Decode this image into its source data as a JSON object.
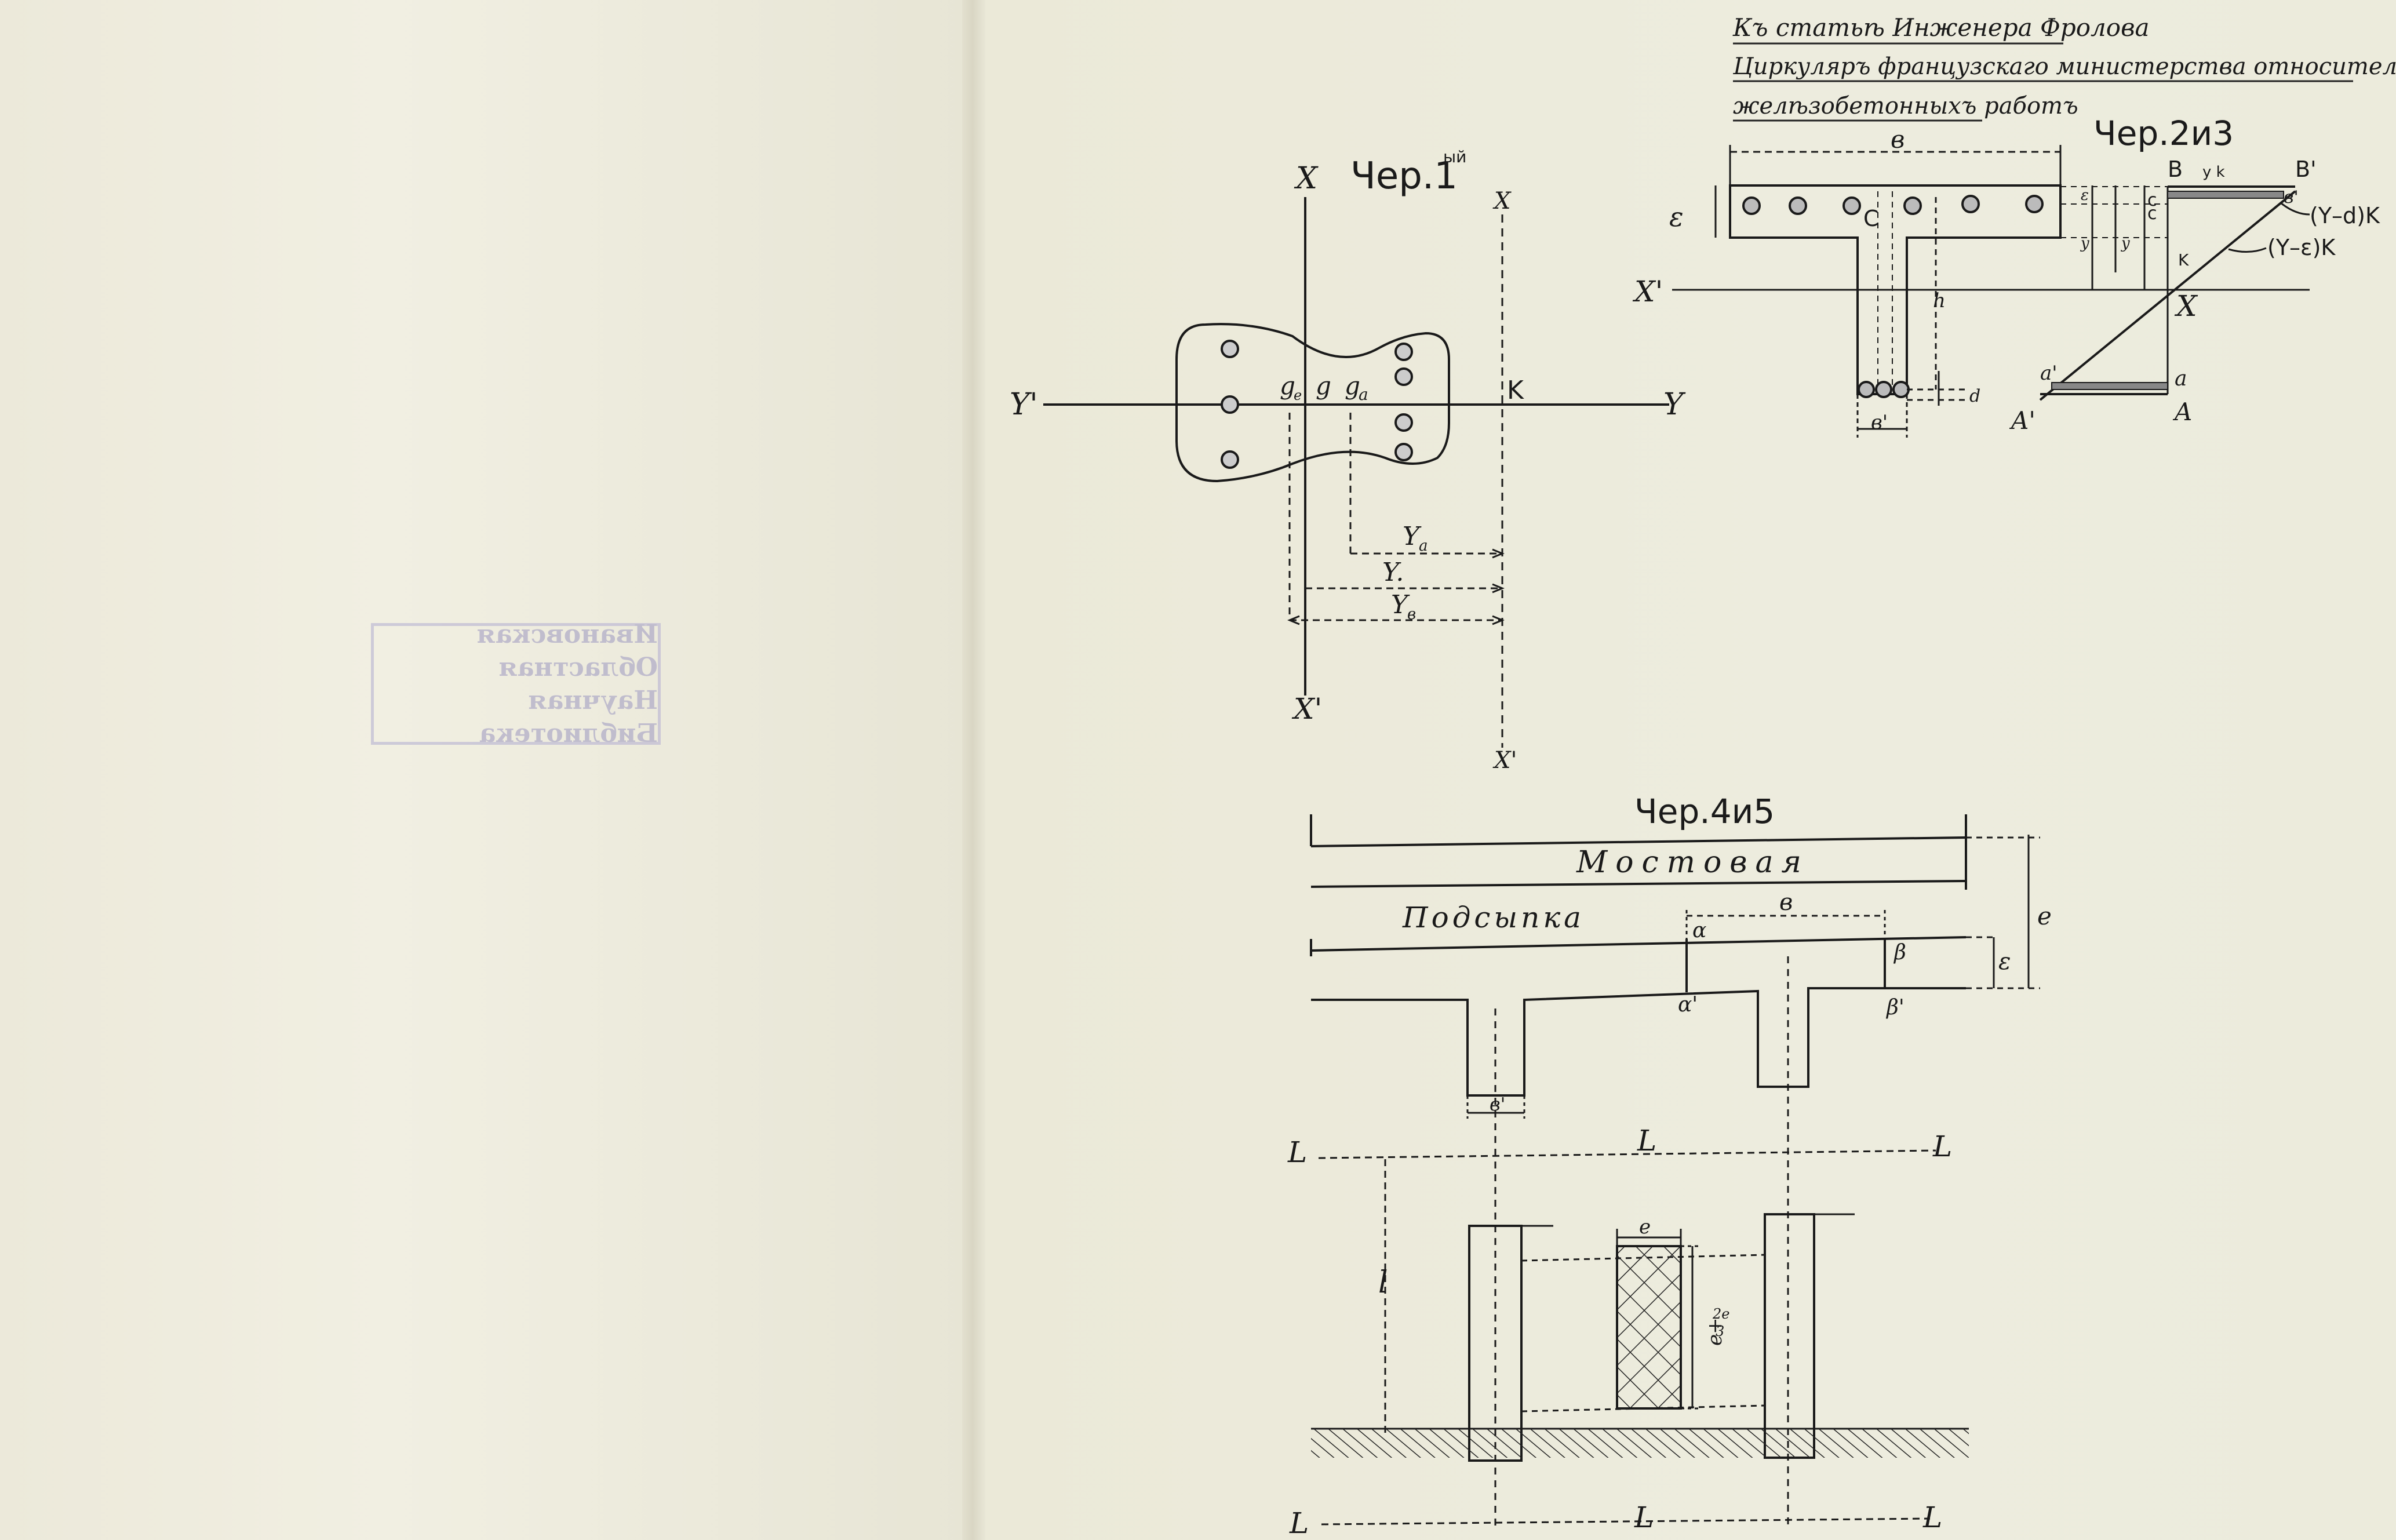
{
  "header": {
    "line1": "Къ статьѣ Инженера Фролова",
    "line2": "Циркуляръ французскаго министерства относительно",
    "line3": "желѣзобетонныхъ работъ"
  },
  "stamp": {
    "line1": "Ивановская Областная",
    "line2": "Научная Библиотека"
  },
  "fig1": {
    "title": "Чер.1",
    "title_sup": "ый",
    "axis_x_top": "X",
    "axis_x_bottom": "X'",
    "axis_x1_top": "X",
    "axis_x1_bottom": "X'",
    "axis_y_left": "Y'",
    "axis_y_right": "Y",
    "ge": "g",
    "ge_sub": "e",
    "g": "g",
    "ga": "g",
    "ga_sub": "a",
    "k": "K",
    "ya": "Y",
    "ya_sub": "a",
    "y": "Y.",
    "yb": "Y",
    "yb_sub": "в"
  },
  "fig23": {
    "title": "Чер.2и3",
    "b": "в",
    "eps": "ε",
    "c_left": "C",
    "x1": "X'",
    "x_right": "X",
    "h": "h",
    "d": "d",
    "b1": "в'",
    "B": "B",
    "B1": "B'",
    "yk": "y k",
    "c1": "c",
    "c2": "c",
    "b2": "в'",
    "y_minus_d": "(Y–d)K",
    "y_minus_eps": "(Y–ε)K",
    "k": "K",
    "y1": "y",
    "y2": "y",
    "a_prime": "a'",
    "a": "a",
    "A": "A",
    "A1": "A'",
    "eps_small": "ε"
  },
  "fig45": {
    "title": "Чер.4и5",
    "mostovaya": "Мостовая",
    "podsypka": "Подсыпка",
    "alpha": "α",
    "alpha1": "α'",
    "beta": "β",
    "beta1": "β'",
    "b": "в",
    "b1": "в'",
    "eps": "ε",
    "e": "e",
    "L_left": "L",
    "L_mid": "L",
    "L_right": "L",
    "l": "l",
    "e_small": "e",
    "e_plus": "e+",
    "frac_num": "2e",
    "frac_den": "3",
    "L_bottom_left": "L",
    "L_bottom_mid": "L",
    "L_bottom_right": "L"
  }
}
